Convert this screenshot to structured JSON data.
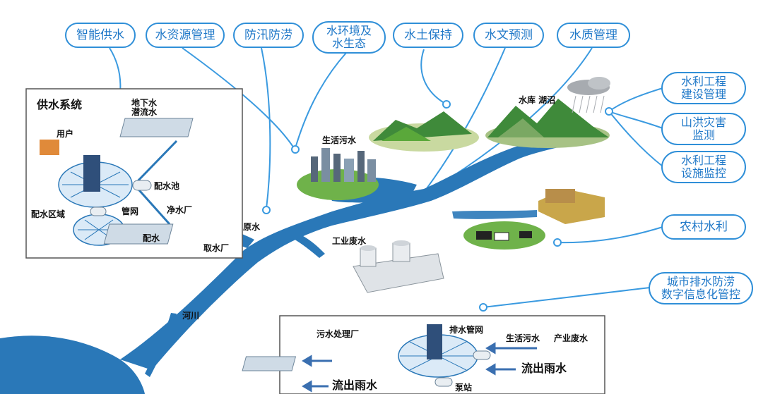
{
  "top_pills": [
    {
      "id": "smart-water-supply",
      "text": "智能供水"
    },
    {
      "id": "water-resource-mgmt",
      "text": "水资源管理"
    },
    {
      "id": "flood-control",
      "text": "防汛防涝"
    },
    {
      "id": "water-environment-ecology",
      "text": "水环境及\n水生态"
    },
    {
      "id": "soil-water-conservation",
      "text": "水土保持"
    },
    {
      "id": "hydrological-forecast",
      "text": "水文预测"
    },
    {
      "id": "water-quality-mgmt",
      "text": "水质管理"
    }
  ],
  "right_pills": [
    {
      "id": "hydraulic-construction-mgmt",
      "text": "水利工程\n建设管理"
    },
    {
      "id": "flash-flood-monitoring",
      "text": "山洪灾害\n监测"
    },
    {
      "id": "hydraulic-facility-monitoring",
      "text": "水利工程\n设施监控"
    },
    {
      "id": "rural-water-conservancy",
      "text": "农村水利"
    },
    {
      "id": "urban-drainage-digital",
      "text": "城市排水防涝\n数字信息化管控"
    }
  ],
  "supply_system": {
    "title": "供水系统",
    "groundwater": "地下水\n潜流水",
    "user": "用户",
    "distribution_pool": "配水池",
    "pipe_network": "管网",
    "distribution_area": "配水区域",
    "water_plant": "净水厂",
    "distribution": "配水",
    "intake_plant": "取水厂"
  },
  "scene_labels": {
    "domestic_sewage": "生活污水",
    "reservoir_lake": "水库 湖沼",
    "raw_water": "原水",
    "industrial_wastewater": "工业废水",
    "river": "河川"
  },
  "drainage_system": {
    "sewage_plant": "污水处理厂",
    "drain_network": "排水管网",
    "domestic_sewage": "生活污水",
    "industrial_wastewater": "产业废水",
    "rain_outflow_right": "流出雨水",
    "rain_outflow_left": "流出雨水",
    "pump": "泵站"
  },
  "colors": {
    "water": "#2a78b8",
    "accent": "#2f8fd8",
    "box_border": "#555555",
    "grass": "#5aa83a"
  }
}
